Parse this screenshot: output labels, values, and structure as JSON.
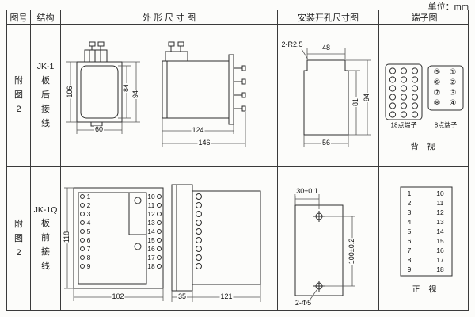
{
  "unit": "单位：mm",
  "headers": [
    "图号",
    "结构",
    "外 形 尺 寸 图",
    "安装开孔尺寸图",
    "端子图"
  ],
  "row1": {
    "fig": [
      "附",
      "图",
      "2"
    ],
    "model": "JK-1",
    "wiring": [
      "板",
      "后",
      "接",
      "线"
    ],
    "outline": {
      "d106": "106",
      "d84": "84",
      "d94": "94",
      "d60": "60",
      "d124": "124",
      "d146": "146"
    },
    "mount": {
      "radius": "2-R2.5",
      "d48": "48",
      "d81": "81",
      "d94": "94",
      "d56": "56"
    },
    "terminal": {
      "left_caption": "18点端子",
      "right_caption": "8点端子",
      "view": "背 视",
      "pins_left": [
        "⑤",
        "⑥",
        "⑦",
        "⑧"
      ],
      "pins_right": [
        "①",
        "②",
        "③",
        "④"
      ]
    }
  },
  "row2": {
    "fig": [
      "附",
      "图",
      "2"
    ],
    "model": "JK-1Q",
    "wiring": [
      "板",
      "前",
      "接",
      "线"
    ],
    "outline": {
      "d118": "118",
      "d102": "102",
      "d35": "35",
      "d121": "121"
    },
    "pins_left": [
      "1",
      "2",
      "3",
      "4",
      "5",
      "6",
      "7",
      "8",
      "9"
    ],
    "pins_right": [
      "10",
      "11",
      "12",
      "13",
      "14",
      "15",
      "16",
      "17",
      "18"
    ],
    "mount": {
      "d30": "30±0.1",
      "d100": "100±0.2",
      "holes": "2-Φ5"
    },
    "terminal": {
      "view": "正 视"
    }
  }
}
